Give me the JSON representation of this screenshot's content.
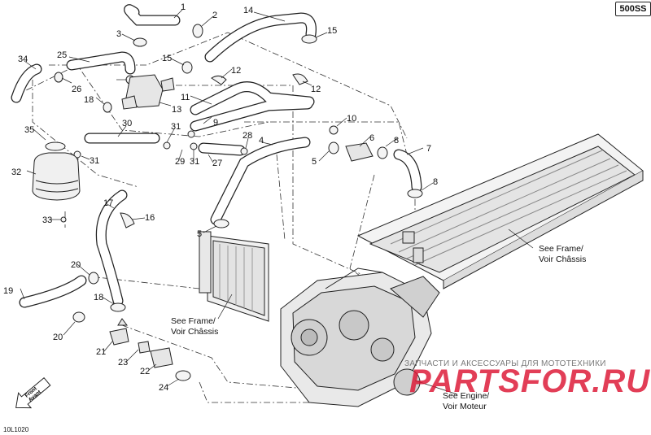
{
  "model_code": "500SS",
  "drawing_code": "10L1020",
  "direction_label": [
    "Front",
    "Avant"
  ],
  "references": {
    "frame_right": [
      "See Frame/",
      "Voir Châssis"
    ],
    "frame_left": [
      "See Frame/",
      "Voir Châssis"
    ],
    "engine": [
      "See Engine/",
      "Voir Moteur"
    ]
  },
  "callouts": [
    "1",
    "2",
    "3",
    "14",
    "15",
    "25",
    "34",
    "26",
    "15",
    "12",
    "18",
    "13",
    "11",
    "12",
    "9",
    "10",
    "35",
    "30",
    "31",
    "28",
    "4",
    "6",
    "8",
    "7",
    "31",
    "29",
    "31",
    "27",
    "5",
    "32",
    "8",
    "17",
    "16",
    "33",
    "5",
    "20",
    "19",
    "18",
    "20",
    "21",
    "23",
    "22",
    "24"
  ],
  "watermark": {
    "tagline": "ЗАПЧАСТИ И АКСЕССУАРЫ ДЛЯ МОТОТЕХНИКИ",
    "logo": "PARTSFOR.RU"
  },
  "colors": {
    "line": "#1a1a1a",
    "watermark": "#e0203a"
  }
}
